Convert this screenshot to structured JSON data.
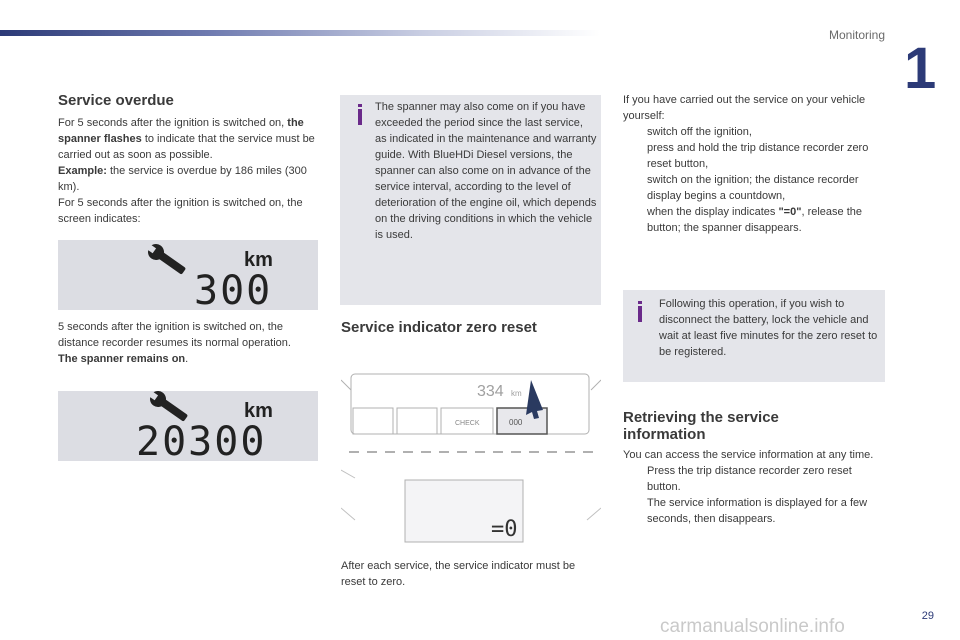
{
  "header": {
    "section": "Monitoring",
    "chapter": "1",
    "page": "29",
    "watermark": "carmanualsonline.info"
  },
  "service_overdue": {
    "title": "Service overdue",
    "p1_a": "For 5 seconds after the ignition is switched on, ",
    "p1_b": "the spanner flashes",
    "p1_c": " to indicate that the service must be carried out as soon as possible.",
    "p2_a": "Example:",
    "p2_b": " the service is overdue by 186 miles (300 km).",
    "p3": "For 5 seconds after the ignition is switched on, the screen indicates:",
    "display1": {
      "value": "300",
      "unit": "km"
    },
    "p4": "5 seconds after the ignition is switched on, the distance recorder resumes its normal operation.",
    "p5_b": "The spanner remains on",
    "p5_end": ".",
    "display2": {
      "value": "20300",
      "unit": "km"
    }
  },
  "info1": {
    "text": "The spanner may also come on if you have exceeded the period since the last service, as indicated in the maintenance and warranty guide. With BlueHDi Diesel versions, the spanner can also come on in advance of the service interval, according to the level of deterioration of the engine oil, which depends on the driving conditions in which the vehicle is used."
  },
  "reset": {
    "title": "Service indicator zero reset",
    "cluster": {
      "odometer": "334",
      "unit": "km",
      "check": "CHECK",
      "zero": "000",
      "display": "=0"
    },
    "after": "After each service, the service indicator must be reset to zero."
  },
  "yourself": {
    "intro": "If you have carried out the service on your vehicle yourself:",
    "bullet": "",
    "steps": [
      "switch off the ignition,",
      "press and hold the trip distance recorder zero reset button,",
      "switch on the ignition; the distance recorder display begins a countdown,"
    ],
    "step4_a": "when the display indicates ",
    "step4_b": "\"=0\"",
    "step4_c": ", release the button; the spanner disappears."
  },
  "info2": {
    "text": "Following this operation, if you wish to disconnect the battery, lock the vehicle and wait at least five minutes for the zero reset to be registered."
  },
  "retrieve": {
    "title": "Retrieving the service information",
    "intro": "You can access the service information at any time.",
    "step1": "Press the trip distance recorder zero reset button.",
    "step2": "The service information is displayed for a few seconds, then disappears."
  },
  "colors": {
    "brand": "#2c3a77",
    "info_bar": "#6a2a8a",
    "panel": "#dcdde3"
  }
}
